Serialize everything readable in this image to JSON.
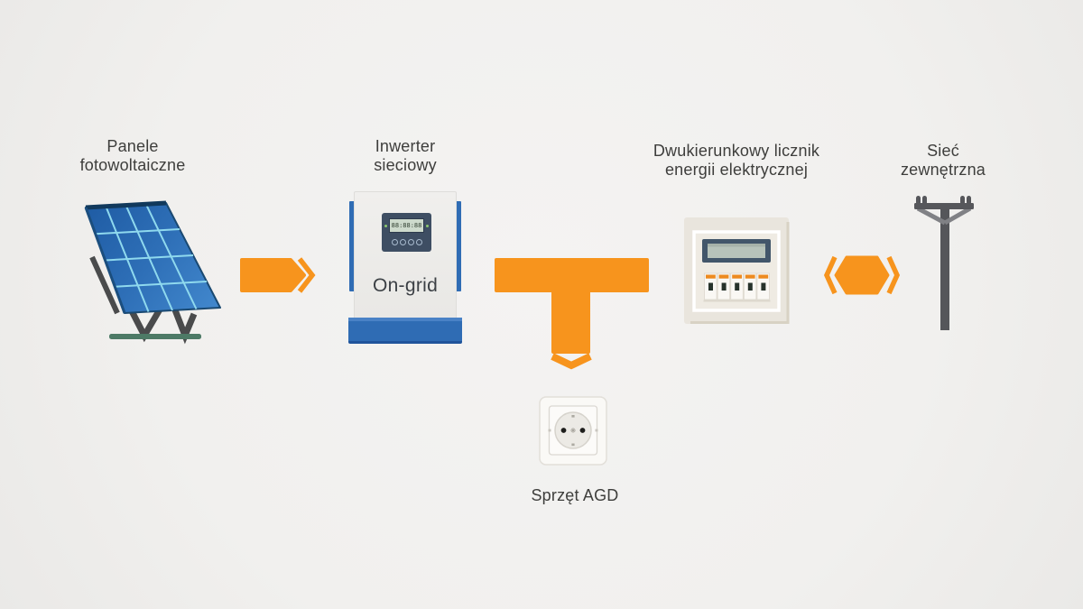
{
  "colors": {
    "background": "#F2F1EF",
    "accent-orange": "#F7941D",
    "label-text": "#3E3E3C",
    "inverter-blue": "#2F6CB4",
    "device-text": "#3C4045",
    "panel-blue": "#2E6FB7"
  },
  "nodes": {
    "panels": {
      "label_lines": [
        "Panele",
        "fotowoltaiczne"
      ]
    },
    "inverter": {
      "label_lines": [
        "Inwerter",
        "sieciowy"
      ],
      "device_label": "On-grid",
      "display_text": "88:88:88"
    },
    "appliances": {
      "label": "Sprzęt AGD"
    },
    "meter": {
      "label_lines": [
        "Dwukierunkowy licznik",
        "energii elektrycznej"
      ]
    },
    "grid": {
      "label_lines": [
        "Sieć",
        "zewnętrzna"
      ]
    }
  }
}
